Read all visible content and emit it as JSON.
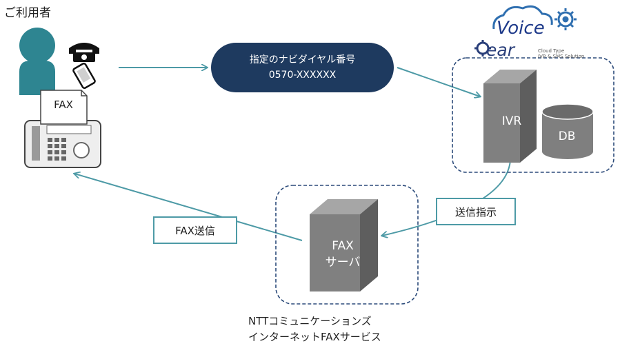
{
  "user": {
    "label": "ご利用者"
  },
  "fax_device": {
    "paper_label": "FAX"
  },
  "call": {
    "line1": "指定のナビダイヤル番号",
    "line2": "0570-XXXXXX"
  },
  "logo": {
    "word1": "Voice",
    "word2": "ear",
    "tagline1": "Cloud Type",
    "tagline2": "IVR & SMS Solution"
  },
  "ivr_system": {
    "ivr_label": "IVR",
    "db_label": "DB"
  },
  "instruction": {
    "label": "送信指示"
  },
  "fax_server": {
    "line1": "FAX",
    "line2": "サーバ"
  },
  "fax_send": {
    "label": "FAX送信"
  },
  "provider": {
    "line1": "NTTコミュニケーションズ",
    "line2": "インターネットFAXサービス"
  },
  "colors": {
    "navy": "#1e3a5f",
    "teal": "#4d9aa6",
    "gray": "#7f7f7f",
    "person": "#2e8591",
    "dashed": "#2b4a7a"
  }
}
